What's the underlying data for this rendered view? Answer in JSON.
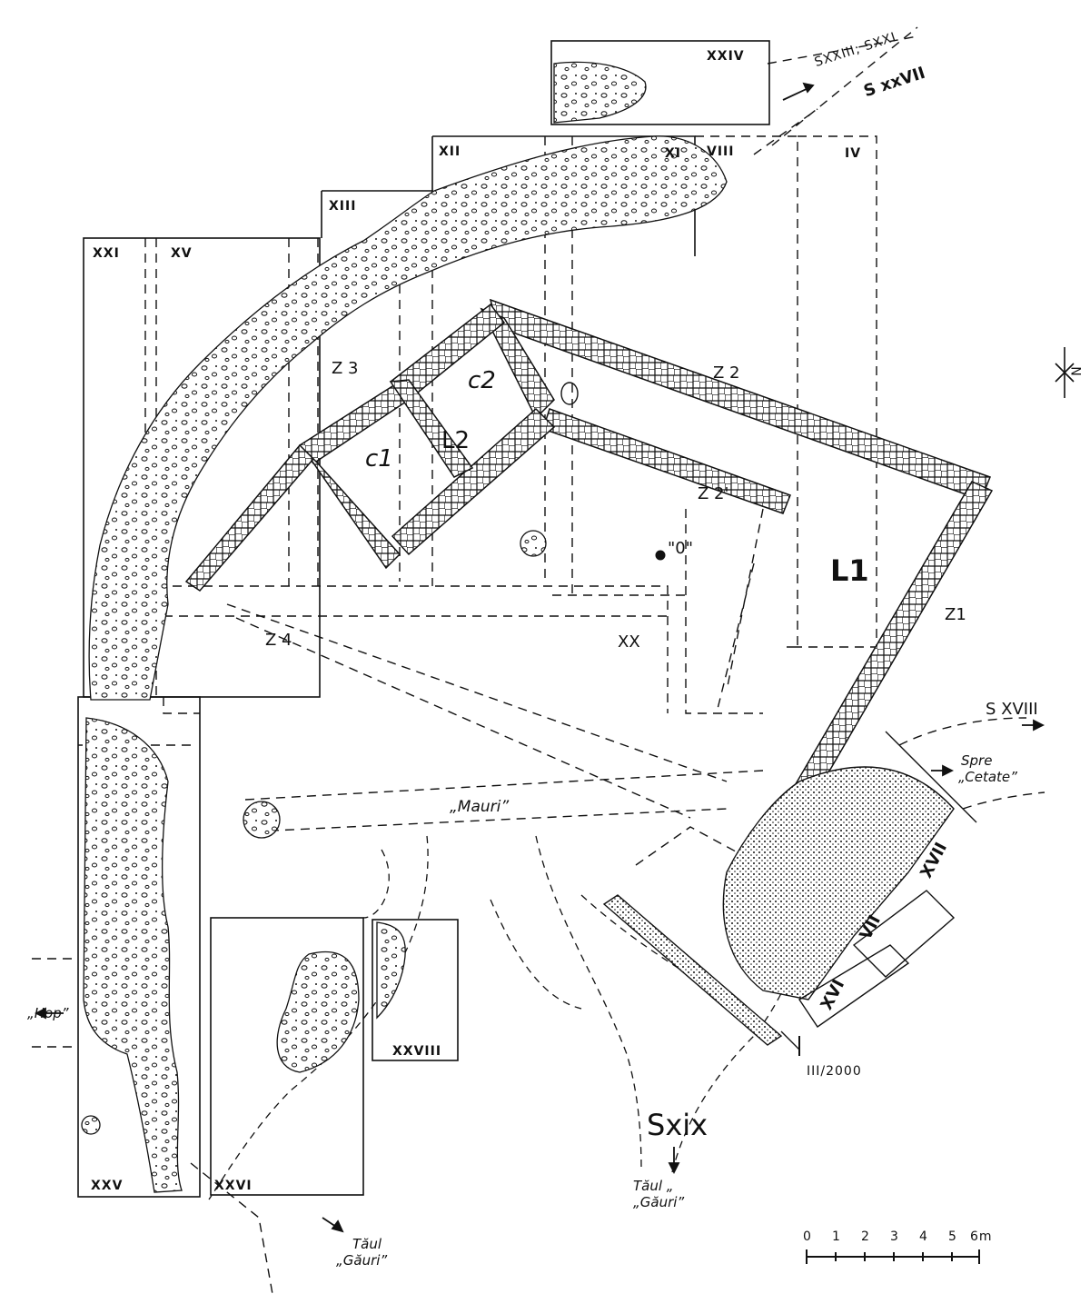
{
  "title": "",
  "trench_labels": {
    "xxiv": "XXIV",
    "xii": "XII",
    "xi": "XI",
    "viii": "VIII",
    "iv": "IV",
    "xiii": "XIII",
    "xxi": "XXI",
    "xv": "XV",
    "xx": "XX",
    "xxv": "XXV",
    "xxvi": "XXVI",
    "xxviii": "XXVIII",
    "xvii": "XVII",
    "vii": "VII",
    "xvi": "XVI"
  },
  "feature_labels": {
    "z1": "Z1",
    "z2": "Z 2",
    "z2p": "Z 2'",
    "z3": "Z 3",
    "z4": "Z 4",
    "c1": "c1",
    "c2": "c2",
    "l1": "L1",
    "l2": "L2",
    "origin": "\"0\""
  },
  "section_labels": {
    "sxxiii": "SXXIII; SXXI",
    "sxxvii": "S xxVII",
    "sxviii": "S XVIII",
    "sxix": "Sxix",
    "iii2000": "III/2000"
  },
  "annotations": {
    "spre_cetate_1": "Spre",
    "spre_cetate_2": "„Cetate”",
    "mauri": "„Mauri”",
    "hop": "„Hop”",
    "taul_gauri_1a": "Tăul",
    "taul_gauri_1b": "„Găuri”",
    "taul_gauri_2a": "Tăul „",
    "taul_gauri_2b": "„Găuri”"
  },
  "scale": {
    "ticks": [
      "0",
      "1",
      "2",
      "3",
      "4",
      "5",
      "6m"
    ]
  },
  "north_label": "N"
}
